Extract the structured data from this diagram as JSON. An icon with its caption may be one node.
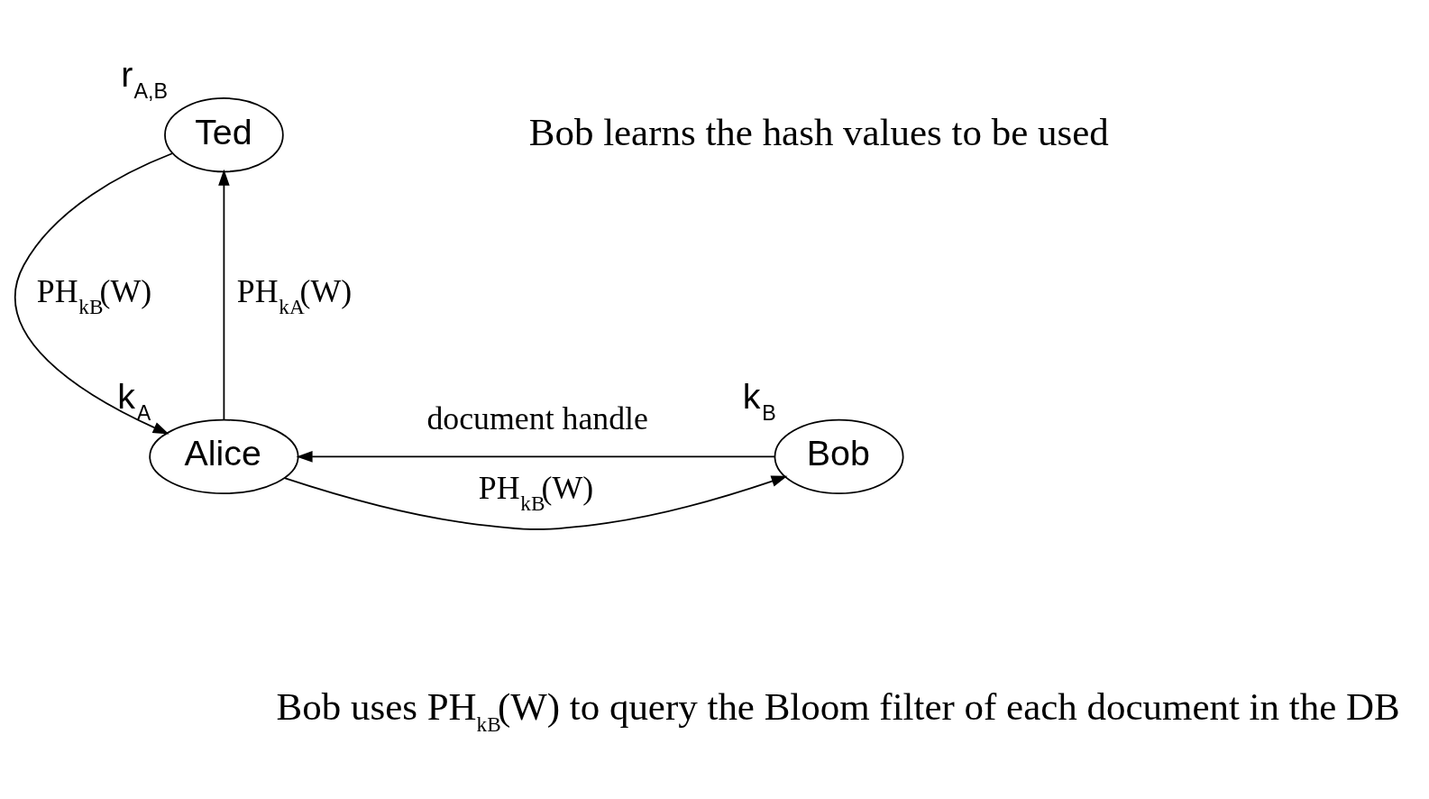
{
  "diagram": {
    "nodes": [
      {
        "text": [
          "Ted"
        ],
        "beside": [
          "r$_{A,B}$"
        ]
      },
      {
        "text": [
          "Alice"
        ],
        "beside": [
          "k$_{A}$"
        ]
      },
      {
        "text": [
          "Bob"
        ],
        "beside": [
          "k$_{B}$"
        ]
      }
    ],
    "edges": [
      {
        "from": 1,
        "to": 0,
        "arrow": "to",
        "label": "PH$_{kA}$(W)"
      },
      {
        "from": 0,
        "to": 1,
        "arrow": "to",
        "label": "PH$_{kB}$(W)"
      },
      {
        "from": 1,
        "to": 2,
        "arrow": "to",
        "label": "PH$_{kB}$(W)"
      },
      {
        "from": 2,
        "to": 1,
        "arrow": "to",
        "label": "document handle"
      }
    ],
    "labels": [
      "Bob learns the hash values to be used",
      "Bob uses PH$_{kB}$(W) to query the Bloom filter of each document in the DB"
    ]
  }
}
